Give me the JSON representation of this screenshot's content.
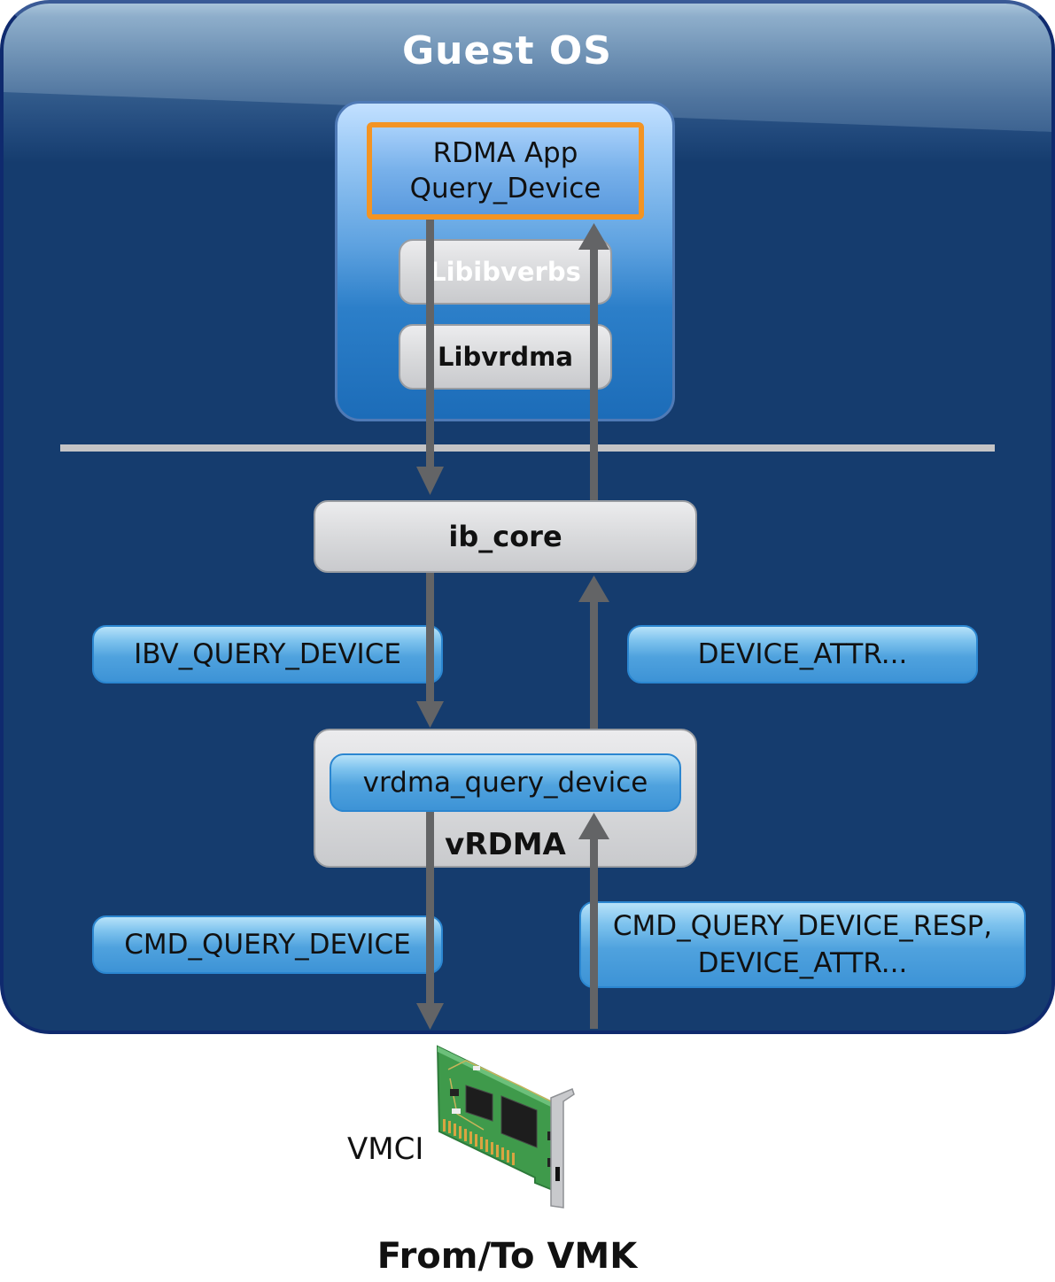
{
  "diagram": {
    "title": "Guest OS",
    "user_space": {
      "app": {
        "line1": "RDMA App",
        "line2": "Query_Device"
      },
      "libraries": [
        "Libibverbs",
        "Libvrdma"
      ]
    },
    "kernel": {
      "ib_core": "ib_core",
      "vrdma": {
        "label": "vRDMA",
        "function": "vrdma_query_device"
      }
    },
    "messages": {
      "ibv_query_device": "IBV_QUERY_DEVICE",
      "device_attr": "DEVICE_ATTR...",
      "cmd_query_device": "CMD_QUERY_DEVICE",
      "cmd_query_device_resp": {
        "line1": "CMD_QUERY_DEVICE_RESP,",
        "line2": "DEVICE_ATTR..."
      }
    },
    "device": {
      "label": "VMCI",
      "icon": "pci-network-card-icon"
    },
    "footer": "From/To VMK",
    "colors": {
      "frame_bg": "#153c6e",
      "app_border": "#f39423",
      "pill_blue": "#3d93d6",
      "arrow": "#636466",
      "divider": "#c4c4c6"
    }
  }
}
